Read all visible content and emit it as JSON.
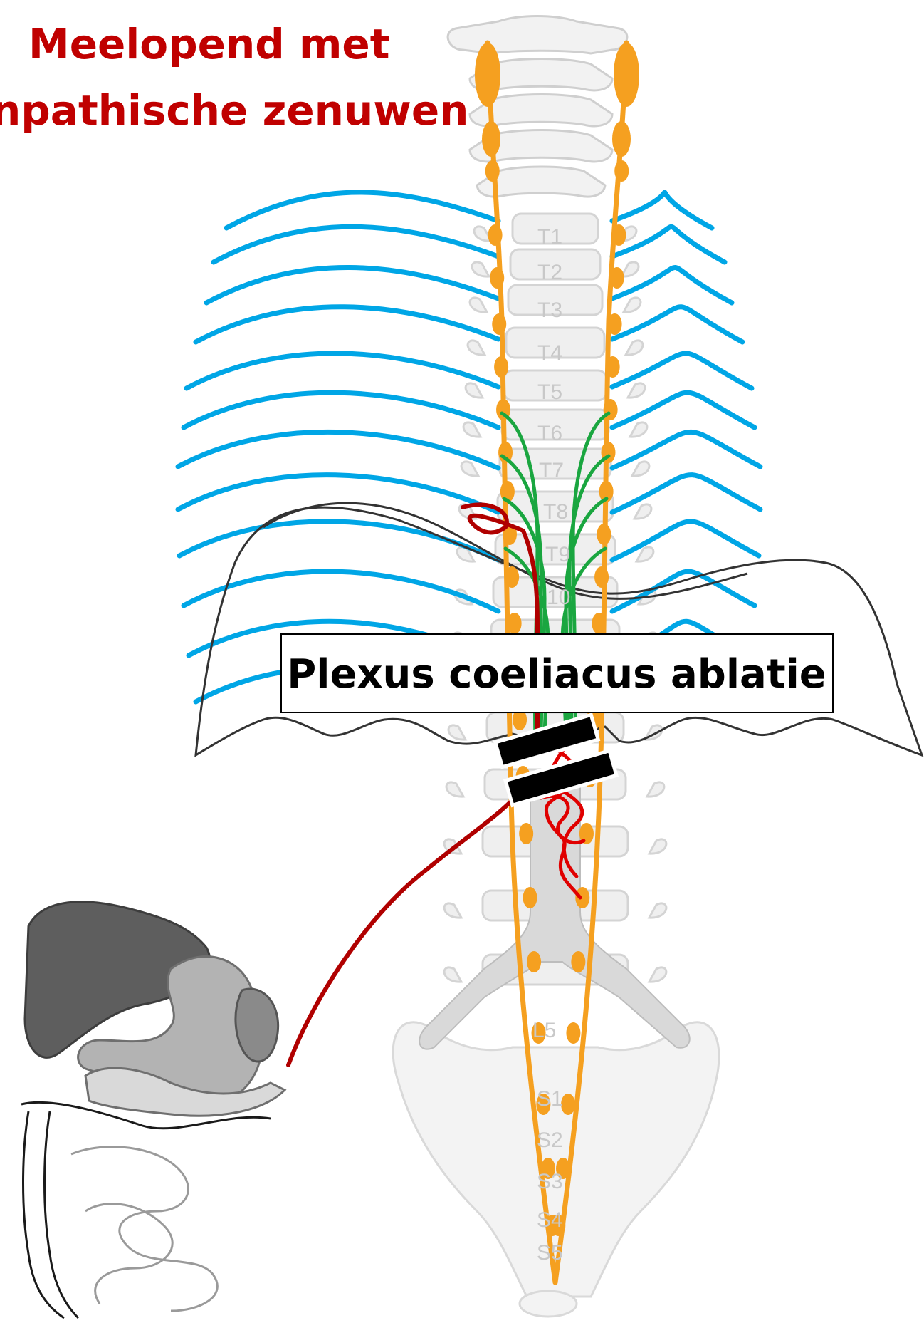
{
  "title": {
    "line1": "Meelopend met",
    "line2": "npathische zenuwen"
  },
  "procedure_label": "Plexus coeliacus ablatie",
  "vertebra_labels": [
    "T1",
    "T2",
    "T3",
    "T4",
    "T5",
    "T6",
    "T7",
    "T8",
    "T9",
    "10",
    "L5",
    "S1",
    "S2",
    "S3",
    "S4",
    "S5"
  ],
  "colors": {
    "title": "#c00000",
    "ribs": "#00a6e6",
    "sympathetic_chain": "#f5a020",
    "splanchnic_nerves": "#1aa640",
    "pain_pathway": "#b00000",
    "plexus": "#e00000",
    "diaphragm_outline": "#333333",
    "skeleton": "#d9d9d9",
    "organs": "#6e6e6e"
  }
}
